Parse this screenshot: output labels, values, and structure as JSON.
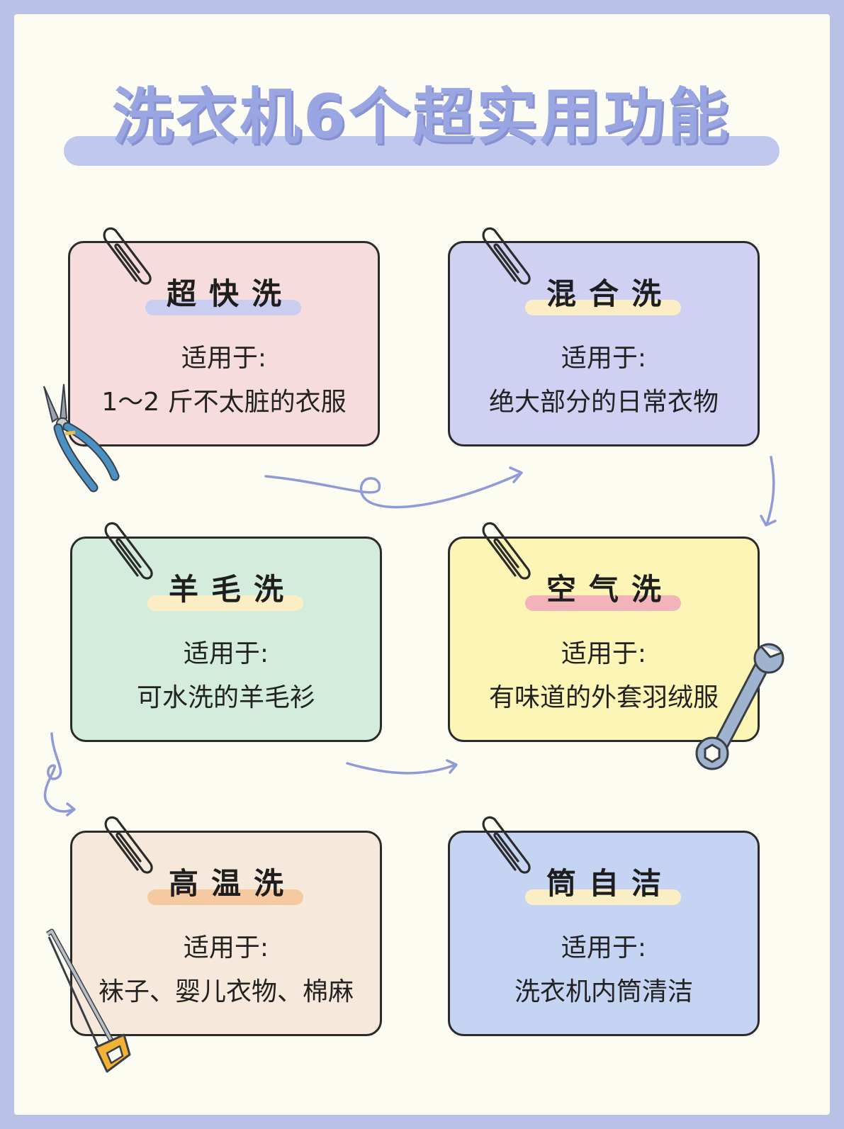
{
  "title": "洗衣机6个超实用功能",
  "colors": {
    "frame": "#b9c2e6",
    "paper": "#fdfcf3",
    "title_text": "#9aa6e2",
    "title_bar": "#c1c8ee",
    "arrow": "#8e9bd6"
  },
  "label_text": "适用于:",
  "cards": [
    {
      "title": "超快洗",
      "label": "适用于:",
      "desc": "1～2 斤不太脏的衣服",
      "bg": "#f6dcdc",
      "highlight": "#c9cdf0"
    },
    {
      "title": "混合洗",
      "label": "适用于:",
      "desc": "绝大部分的日常衣物",
      "bg": "#cfd0f2",
      "highlight": "#fbeec4"
    },
    {
      "title": "羊毛洗",
      "label": "适用于:",
      "desc": "可水洗的羊毛衫",
      "bg": "#d3ecdc",
      "highlight": "#fbeec4"
    },
    {
      "title": "空气洗",
      "label": "适用于:",
      "desc": "有味道的外套羽绒服",
      "bg": "#fcf5b6",
      "highlight": "#f2b3bb"
    },
    {
      "title": "高温洗",
      "label": "适用于:",
      "desc": "袜子、婴儿衣物、棉麻",
      "bg": "#f7e8dc",
      "highlight": "#f6caa0"
    },
    {
      "title": "筒自洁",
      "label": "适用于:",
      "desc": "洗衣机内筒清洁",
      "bg": "#c4d4f2",
      "highlight": "#fbeec4"
    }
  ],
  "icons": [
    "paperclip-icon",
    "pliers-icon",
    "wrench-icon",
    "hacksaw-icon",
    "arrow-icon"
  ]
}
